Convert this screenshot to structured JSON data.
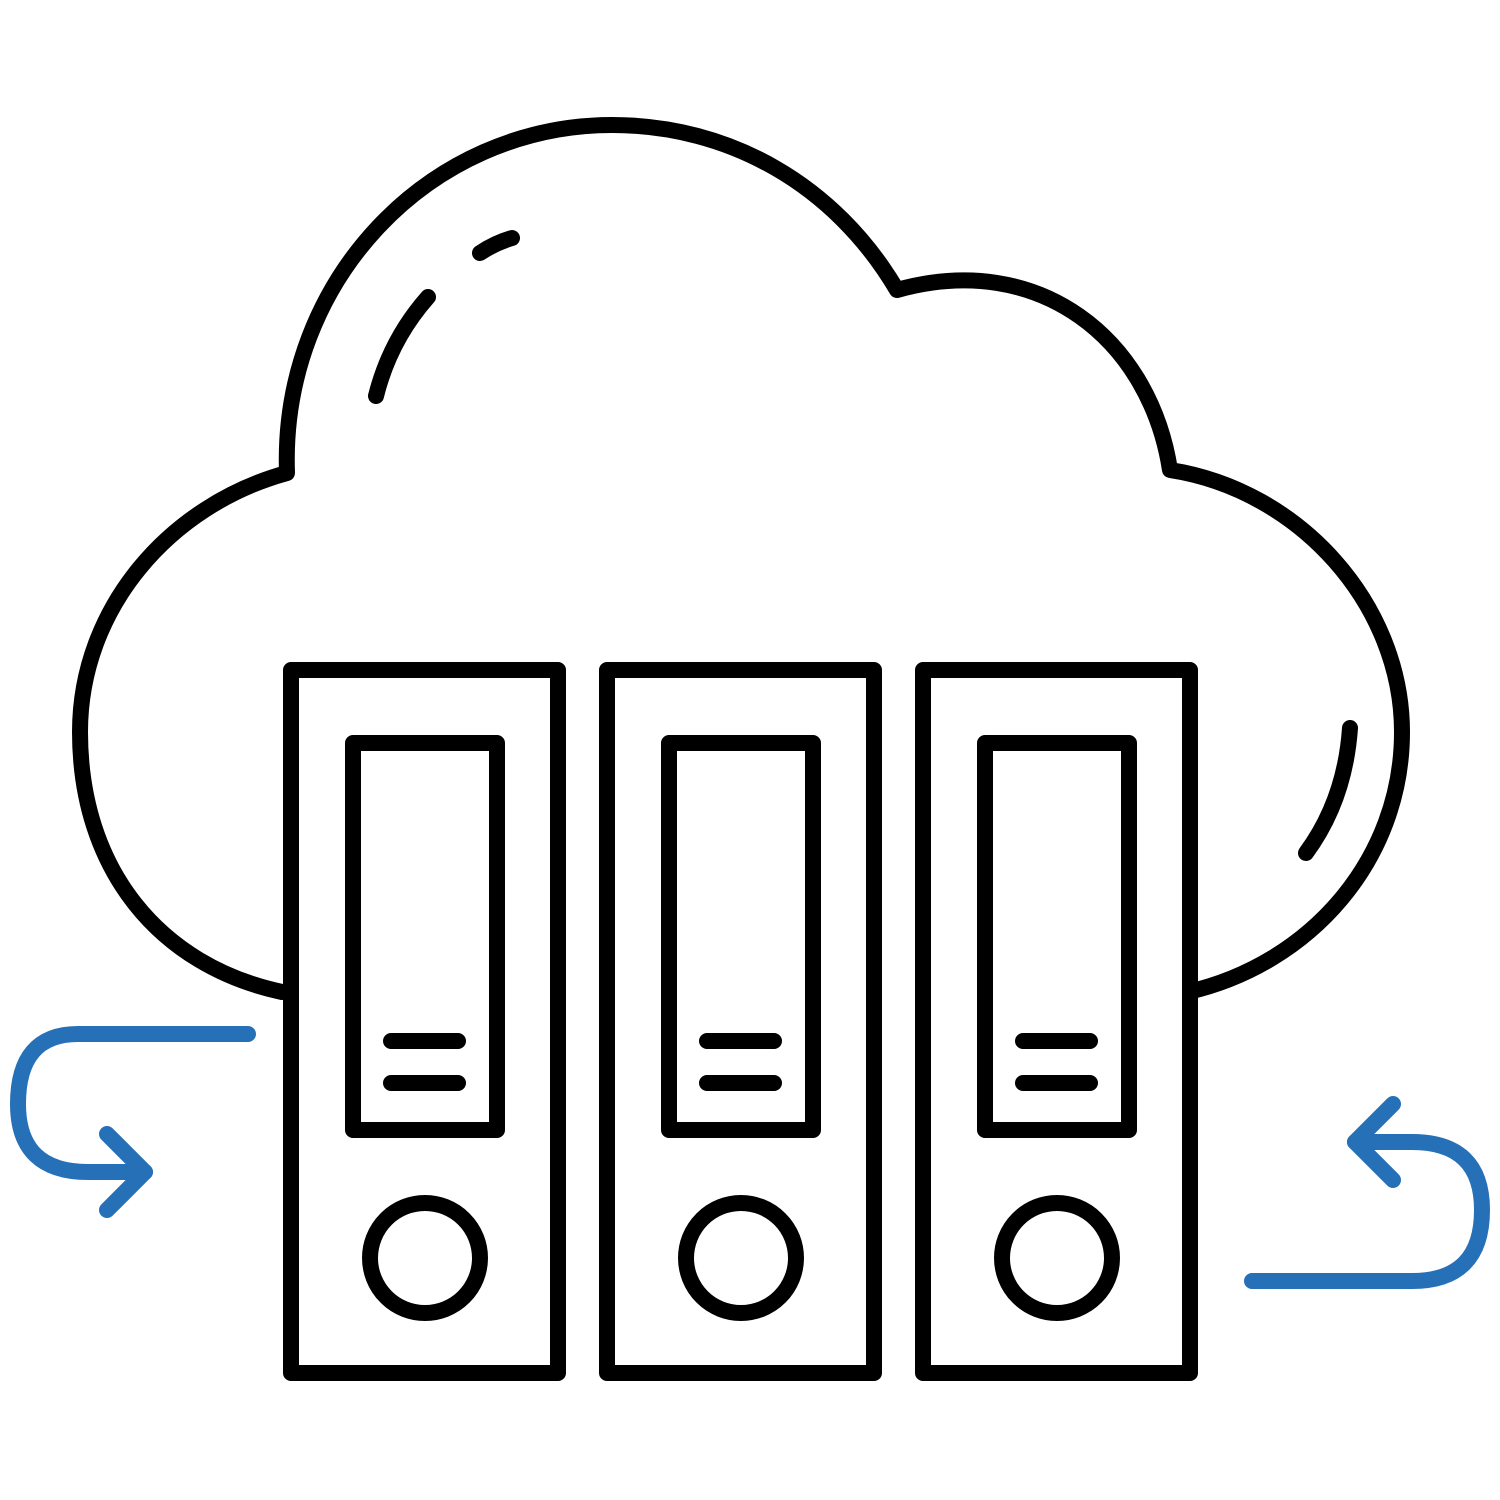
{
  "icon": {
    "name": "cloud-storage-sync-icon",
    "description_parts": [
      "cloud-icon",
      "binder-icon",
      "binder-icon",
      "binder-icon",
      "sync-arrow-left-icon",
      "sync-arrow-right-icon"
    ]
  },
  "colors": {
    "background": "#ffffff",
    "outline": "#000000",
    "accent": "#2670b8"
  },
  "binders": [
    {
      "name": "binder-1"
    },
    {
      "name": "binder-2"
    },
    {
      "name": "binder-3"
    }
  ]
}
